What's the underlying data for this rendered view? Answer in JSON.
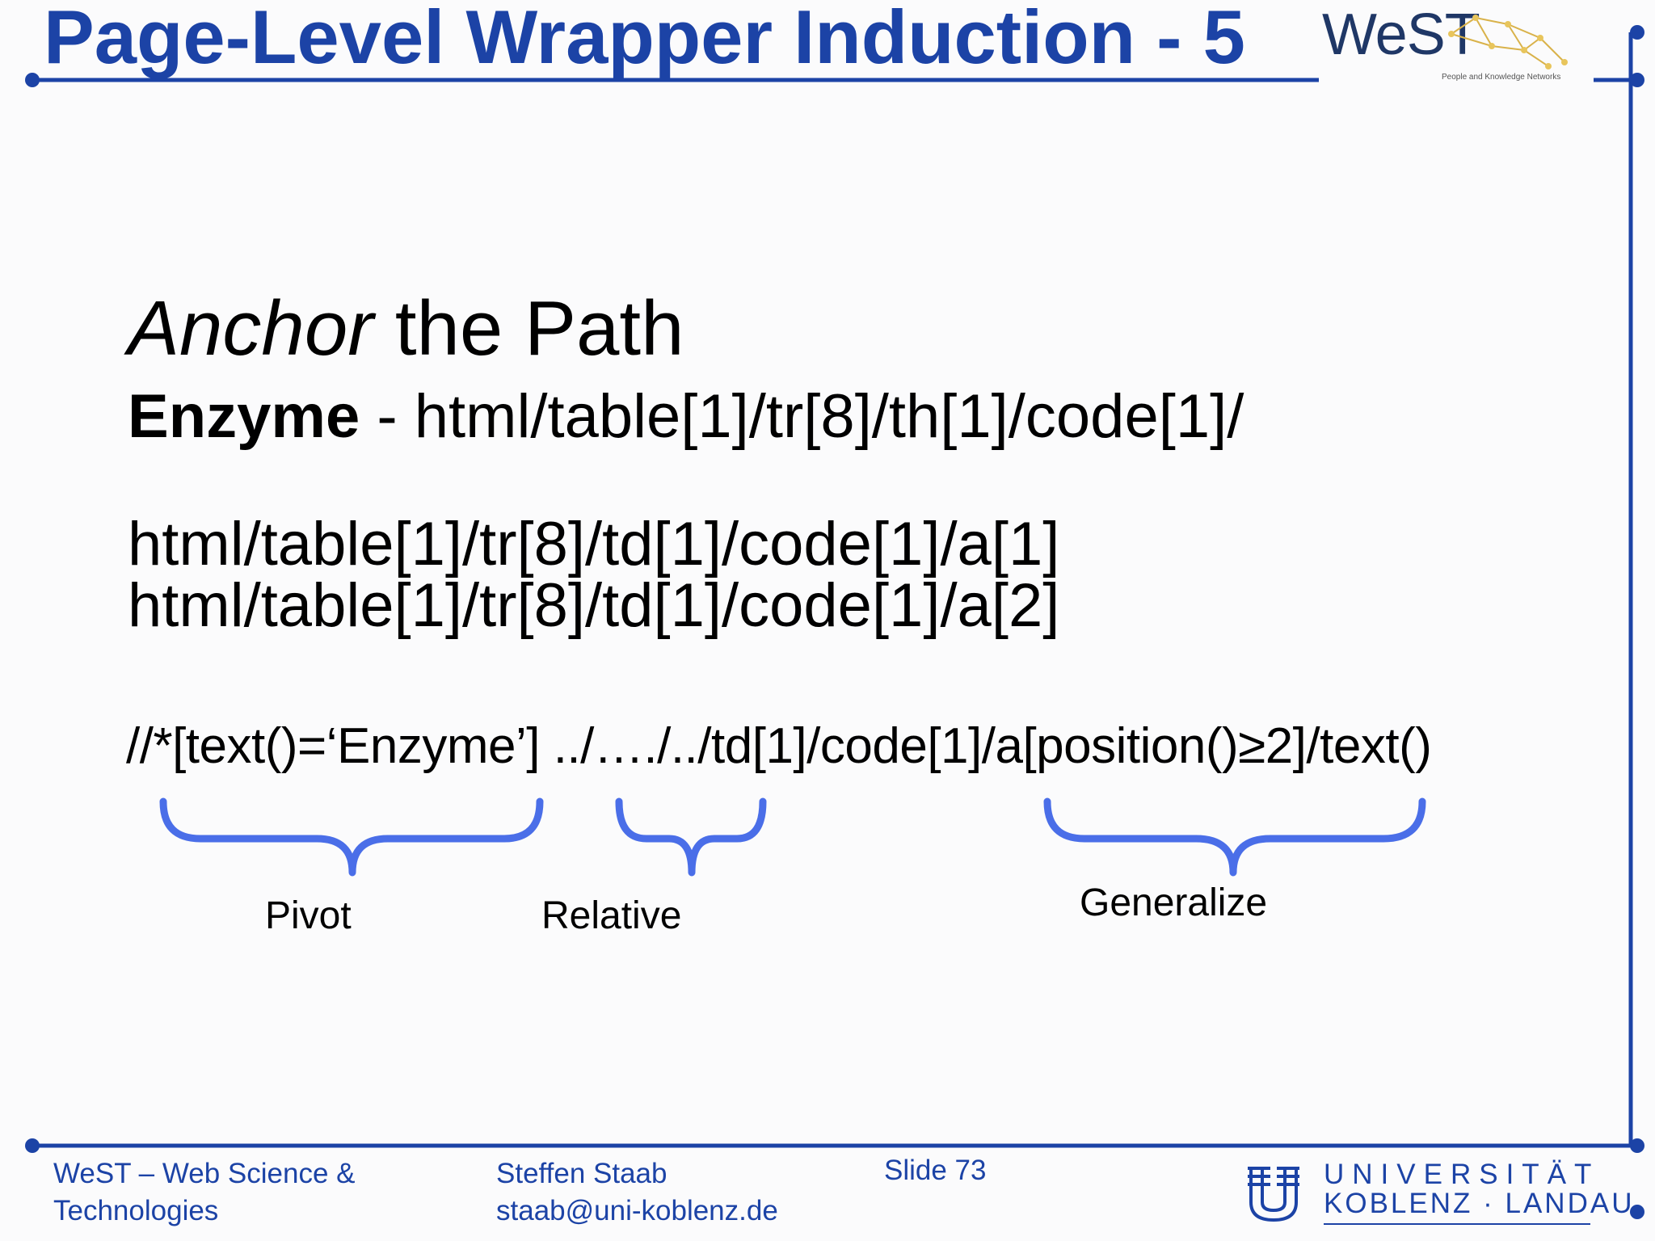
{
  "slide": {
    "title": "Page-Level Wrapper Induction - 5",
    "logo": {
      "text": "WeST",
      "tagline": "People and Knowledge Networks"
    },
    "heading_italic": "Anchor",
    "heading_rest": " the Path",
    "enzyme_label": "Enzyme",
    "enzyme_path": " - html/table[1]/tr[8]/th[1]/code[1]/",
    "paths": [
      "html/table[1]/tr[8]/td[1]/code[1]/a[1]",
      "html/table[1]/tr[8]/td[1]/code[1]/a[2]"
    ],
    "xpath": "//*[text()=‘Enzyme’] ../…./../td[1]/code[1]/a[position()≥2]/text()",
    "braces": {
      "pivot": "Pivot",
      "relative": "Relative",
      "generalize": "Generalize"
    },
    "colors": {
      "title": "#1c43a6",
      "frame": "#1c43a6",
      "brace": "#4a6ee8"
    }
  },
  "footer": {
    "org_line1": "WeST – Web Science &",
    "org_line2": "Technologies",
    "author": "Steffen Staab",
    "email": "staab@uni-koblenz.de",
    "slide_number": "Slide 73",
    "university_line1": "UNIVERSITÄT",
    "university_line2": "KOBLENZ · LANDAU"
  }
}
